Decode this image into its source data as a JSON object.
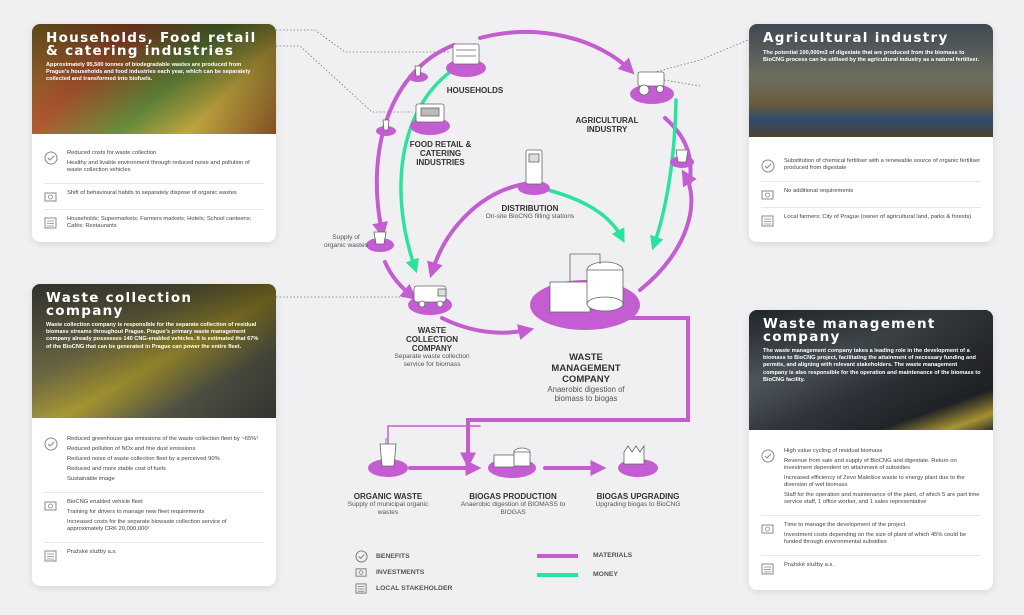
{
  "colors": {
    "materials": "#c45dd1",
    "money": "#2ce39d",
    "card_bg": "#ffffff",
    "page_bg": "#f0f0f2"
  },
  "cards": {
    "households": {
      "title": "Households, Food retail & catering industries",
      "desc": "Approximately 95,500 tonnes of biodegradable wastes are produced from Prague's households and food industries each year, which can be separately collected and transformed into biofuels.",
      "benefits": [
        "Reduced costs for waste collection",
        "Healthy and livable environment through reduced noise and pollution of waste collection vehicles"
      ],
      "investments": [
        "Shift of behavioural habits to separately dispose of organic wastes"
      ],
      "stakeholders": [
        "Households; Supermarkets; Farmers markets; Hotels; School canteens; Cafés; Restaurants"
      ]
    },
    "waste_collection": {
      "title": "Waste collection company",
      "desc": "Waste collection company is responsible for the separate collection of residual biomass streams throughout Prague. Prague's primary waste management company already possesses 140 CNG-enabled vehicles. It is estimated that 67% of the BioCNG that can be generated in Prague can power the entire fleet.",
      "benefits": [
        "Reduced greenhouse gas emissions of the waste collection fleet by ~65%¹",
        "Reduced pollution of NOx and fine dust emissions",
        "Reduced noise of waste collection fleet by a perceived 90%",
        "Reduced and more stable cost of fuels",
        "Sustainable image"
      ],
      "investments": [
        "BioCNG enabled vehicle fleet",
        "Training for drivers to manage new fleet requirements",
        "Increased costs for the separate biowaste collection service of approximately CRK 20,000,000²"
      ],
      "stakeholders": [
        "Pražské služby a.s."
      ]
    },
    "agricultural": {
      "title": "Agricultural industry",
      "desc": "The potential 100,000m3 of digestate that are produced from the biomass to BioCNG process can be utilised by the agricultural industry as a natural fertiliser.",
      "benefits": [
        "Substitution of chemical fertiliser with a renewable source of organic fertiliser produced from digestate"
      ],
      "investments": [
        "No additional requirements"
      ],
      "stakeholders": [
        "Local farmers; City of Prague (owner of agricultural land, parks & forests)"
      ]
    },
    "waste_management": {
      "title": "Waste management company",
      "desc": "The waste management company takes a leading role in the development of a biomass to BioCNG project, facilitating the attainment of necessary funding and permits, and aligning with relevant stakeholders. The waste management company is also responsible for the operation and maintenance of the biomass to BioCNG facility.",
      "benefits": [
        "High value cycling of residual biomass",
        "Revenue from sale and supply of BioCNG and digestate. Return on investment dependent on attainment of subsidies",
        "Increased efficiency of Zevo Malešice waste to energy plant due to the diversion of wet biomass",
        "Staff for the operation and maintenance of the plant, of which 5 are part time service staff, 1 office worker, and 1 sales representative"
      ],
      "investments": [
        "Time to manage the development of the project",
        "Investment costs depending on the size of plant of which 45% could be funded through environmental subsidies"
      ],
      "stakeholders": [
        "Pražské služby a.s."
      ]
    }
  },
  "diagram": {
    "households": {
      "title": "HOUSEHOLDS"
    },
    "food_retail": {
      "title": "FOOD RETAIL & CATERING INDUSTRIES"
    },
    "agricultural": {
      "title": "AGRICULTURAL INDUSTRY"
    },
    "distribution": {
      "title": "DISTRIBUTION",
      "sub": "On-site BioCNG filling stations"
    },
    "supply": {
      "sub": "Supply of organic wastes"
    },
    "waste_collection": {
      "title": "WASTE COLLECTION COMPANY",
      "sub": "Separate waste collection service for biomass"
    },
    "waste_management": {
      "title": "WASTE MANAGEMENT COMPANY",
      "sub": "Anaerobic digestion of biomass to biogas"
    },
    "organic_waste": {
      "title": "ORGANIC WASTE",
      "sub": "Supply of municipal organic wastes"
    },
    "biogas_production": {
      "title": "BIOGAS PRODUCTION",
      "sub": "Anaerobic digestion of BIOMASS to BIOGAS"
    },
    "biogas_upgrading": {
      "title": "BIOGAS UPGRADING",
      "sub": "Upgrading biogas to BioCNG"
    }
  },
  "legend": {
    "benefits": "BENEFITS",
    "investments": "INVESTMENTS",
    "local_stakeholder": "LOCAL STAKEHOLDER",
    "materials": "MATERIALS",
    "money": "MONEY"
  },
  "icons": {
    "benefits": "check-circle-icon",
    "investments": "money-bill-icon",
    "stakeholder": "building-icon"
  }
}
